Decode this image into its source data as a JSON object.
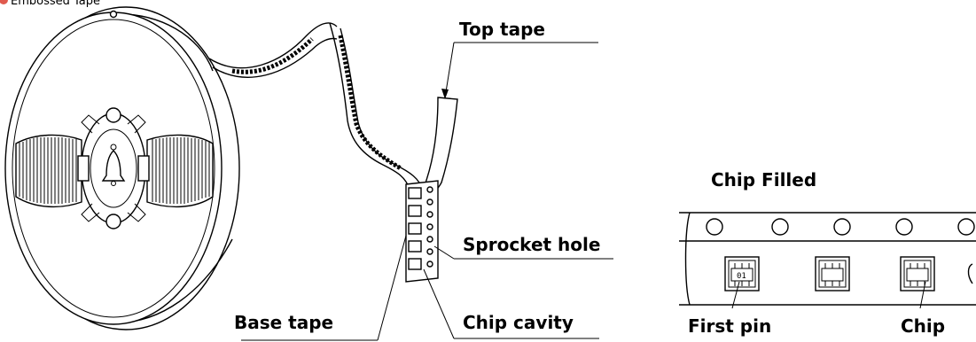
{
  "header": {
    "bullet_color": "#e05a4e",
    "title": "Embossed Tape"
  },
  "labels": {
    "top_tape": "Top tape",
    "sprocket_hole": "Sprocket hole",
    "base_tape": "Base tape",
    "chip_cavity": "Chip cavity"
  },
  "inset": {
    "title": "Chip Filled",
    "first_pin": "First pin",
    "chip": "Chip",
    "chip_marking": "01"
  }
}
